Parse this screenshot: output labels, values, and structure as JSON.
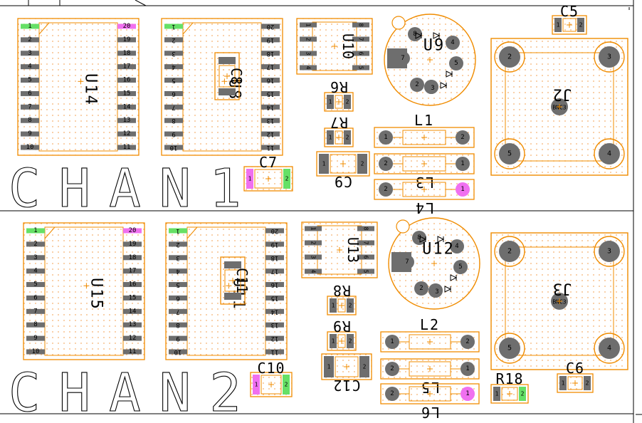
{
  "colors": {
    "background": "#ffffff",
    "outline": "#f08c00",
    "line": "#000000",
    "pad": "#6e6e6e",
    "pin1": "#66e066",
    "pin_high": "#f070f0",
    "dot": "#f5b06e"
  },
  "sections": {
    "chan1": "CHAN1",
    "chan2": "CHAN2"
  },
  "labels": {
    "U14": "U14",
    "U8": "U8",
    "U10": "U10",
    "U9": "U9",
    "C8": "C8",
    "R6": "R6",
    "R7": "R7",
    "C9": "C9",
    "C7": "C7",
    "L1": "L1",
    "L3": "L3",
    "L4": "L4",
    "C5": "C5",
    "J2": "J2",
    "J2_sub": "BNC3",
    "U15": "U15",
    "U11": "U11",
    "C11": "C11",
    "U13": "U13",
    "U12": "U12",
    "R8": "R8",
    "R9": "R9",
    "C12": "C12",
    "C10": "C10",
    "L2": "L2",
    "L5": "L5",
    "L6": "L6",
    "R18": "R18",
    "C6": "C6",
    "J3": "J3",
    "J3_sub": "BNC3"
  },
  "pin_numbers": {
    "dip20_left": [
      "1",
      "2",
      "3",
      "4",
      "5",
      "6",
      "7",
      "8",
      "9",
      "10"
    ],
    "dip20_right": [
      "20",
      "19",
      "18",
      "17",
      "16",
      "15",
      "14",
      "13",
      "12",
      "11"
    ],
    "small8_left": [
      "1",
      "2",
      "3",
      "4"
    ],
    "small8_right": [
      "8",
      "7",
      "6",
      "5"
    ],
    "can8": [
      "1",
      "2",
      "3",
      "4",
      "5",
      "6",
      "7",
      "8"
    ],
    "bnc": [
      "1",
      "2",
      "3",
      "4",
      "5"
    ],
    "two_pin": [
      "1",
      "2"
    ]
  }
}
